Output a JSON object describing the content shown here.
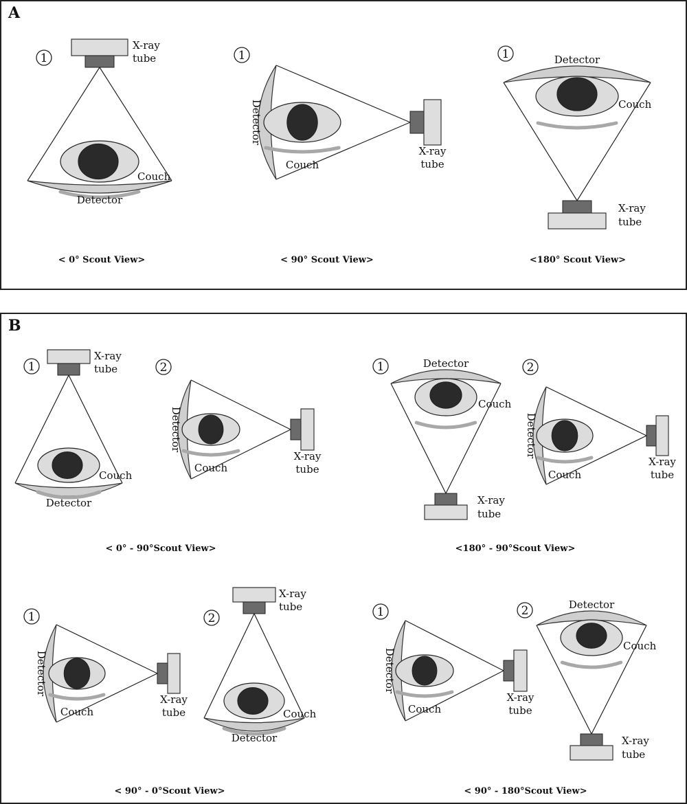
{
  "panels": {
    "a": {
      "letter": "A"
    },
    "b": {
      "letter": "B"
    }
  },
  "labels": {
    "xray": "X-ray",
    "tube": "tube",
    "couch": "Couch",
    "detector": "Detector"
  },
  "steps": {
    "one": "1",
    "two": "2"
  },
  "captions": {
    "a0": "< 0° Scout View>",
    "a90": "< 90° Scout View>",
    "a180": "<180° Scout View>",
    "b0_90": "< 0° - 90°Scout View>",
    "b180_90": "<180° - 90°Scout View>",
    "b90_0": "< 90° - 0°Scout View>",
    "b90_180": "< 90° - 180°Scout View>"
  },
  "colors": {
    "border": "#222222",
    "tube_body": "#dedede",
    "tube_head": "#6b6b6b",
    "detector": "#cfcfcf",
    "couch": "#a8a8a8",
    "body_outline": "#dcdcdc",
    "organ": "#2a2a2a"
  }
}
